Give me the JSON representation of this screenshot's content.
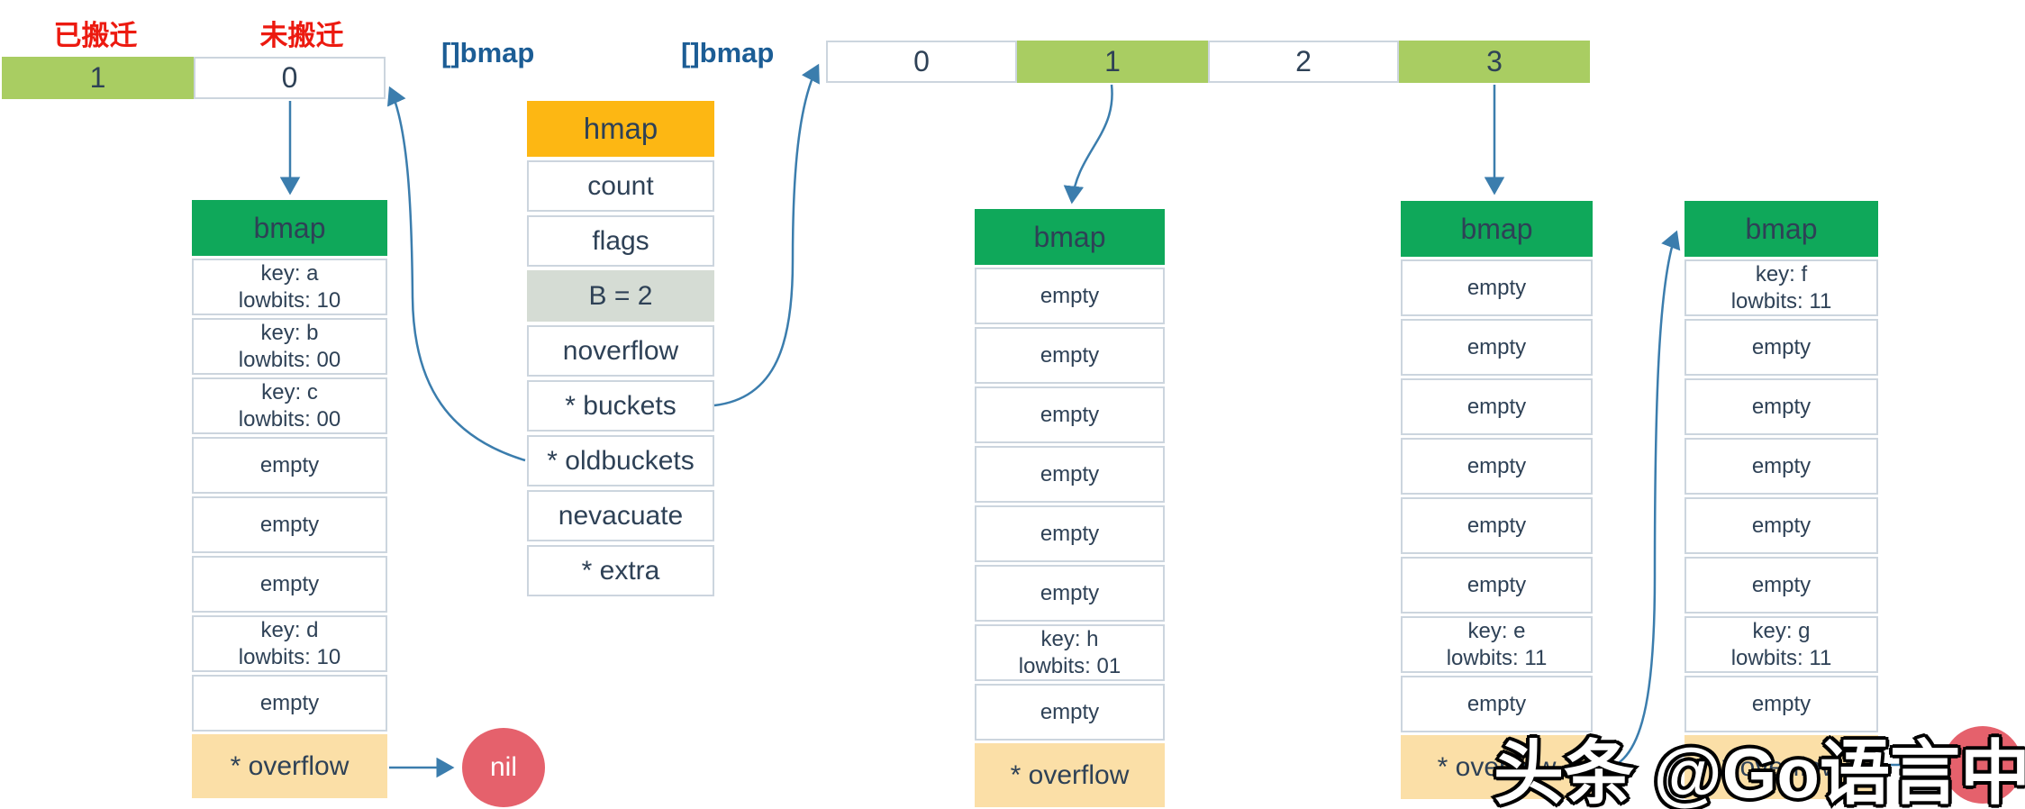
{
  "labels": {
    "migrated": "已搬迁",
    "not_migrated": "未搬迁",
    "bmap_slice_old": "[]bmap",
    "bmap_slice_new": "[]bmap"
  },
  "old_progress_bar": {
    "cells": [
      {
        "value": "1",
        "state": "migrated"
      },
      {
        "value": "0",
        "state": "not-migrated"
      }
    ]
  },
  "new_bucket_index_bar": {
    "cells": [
      {
        "value": "0",
        "highlight": false
      },
      {
        "value": "1",
        "highlight": true
      },
      {
        "value": "2",
        "highlight": false
      },
      {
        "value": "3",
        "highlight": true
      }
    ]
  },
  "hmap": {
    "title": "hmap",
    "fields": [
      {
        "label": "count",
        "highlight": false
      },
      {
        "label": "flags",
        "highlight": false
      },
      {
        "label": "B = 2",
        "highlight": true
      },
      {
        "label": "noverflow",
        "highlight": false
      },
      {
        "label": "* buckets",
        "highlight": false
      },
      {
        "label": "* oldbuckets",
        "highlight": false
      },
      {
        "label": "nevacuate",
        "highlight": false
      },
      {
        "label": "* extra",
        "highlight": false
      }
    ]
  },
  "buckets": [
    {
      "name": "old-bucket-0",
      "title": "bmap",
      "slots": [
        [
          "key: a",
          "lowbits: 10"
        ],
        [
          "key: b",
          "lowbits: 00"
        ],
        [
          "key: c",
          "lowbits: 00"
        ],
        [
          "empty"
        ],
        [
          "empty"
        ],
        [
          "empty"
        ],
        [
          "key: d",
          "lowbits: 10"
        ],
        [
          "empty"
        ]
      ],
      "overflow_label": "* overflow"
    },
    {
      "name": "new-bucket-1",
      "title": "bmap",
      "slots": [
        [
          "empty"
        ],
        [
          "empty"
        ],
        [
          "empty"
        ],
        [
          "empty"
        ],
        [
          "empty"
        ],
        [
          "empty"
        ],
        [
          "key: h",
          "lowbits: 01"
        ],
        [
          "empty"
        ]
      ],
      "overflow_label": "* overflow"
    },
    {
      "name": "new-bucket-3",
      "title": "bmap",
      "slots": [
        [
          "empty"
        ],
        [
          "empty"
        ],
        [
          "empty"
        ],
        [
          "empty"
        ],
        [
          "empty"
        ],
        [
          "empty"
        ],
        [
          "key: e",
          "lowbits: 11"
        ],
        [
          "empty"
        ]
      ],
      "overflow_label": "* overflow"
    },
    {
      "name": "overflow-bucket",
      "title": "bmap",
      "slots": [
        [
          "key: f",
          "lowbits: 11"
        ],
        [
          "empty"
        ],
        [
          "empty"
        ],
        [
          "empty"
        ],
        [
          "empty"
        ],
        [
          "empty"
        ],
        [
          "key: g",
          "lowbits: 11"
        ],
        [
          "empty"
        ]
      ],
      "overflow_label": "* overflow"
    }
  ],
  "nil_pointer": {
    "label": "nil"
  },
  "watermark": "头条 @Go语言中文网",
  "colors": {
    "migrated_green": "#a9cd62",
    "bmap_header_green": "#0fa85a",
    "hmap_header_orange": "#fdb713",
    "b_field_gray": "#d5dcd4",
    "overflow_tan": "#fbdfa7",
    "nil_red": "#e5616c",
    "arrow_blue": "#3b7dad",
    "text_navy": "#2e4156",
    "label_red": "#ec1a10",
    "label_blue": "#1c5d95",
    "border_gray": "#ccd5de"
  }
}
